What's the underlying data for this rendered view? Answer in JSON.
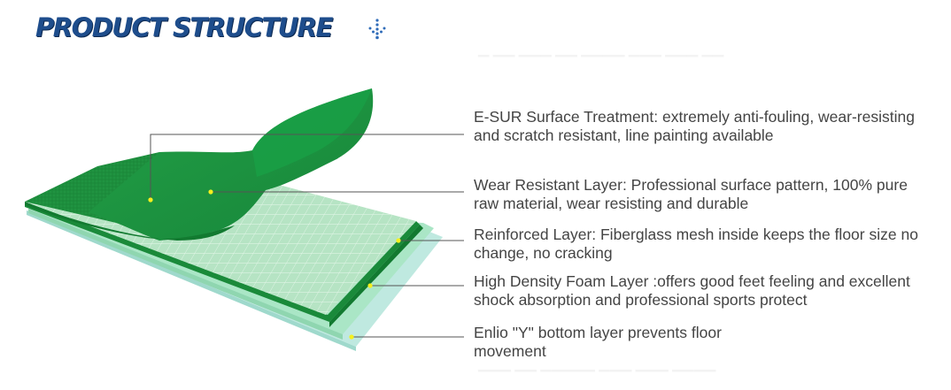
{
  "header": {
    "title": "PRODUCT STRUCTURE",
    "icon": "arrow-down-dotted-icon"
  },
  "layers": [
    {
      "label": "E-SUR Surface Treatment: extremely anti-fouling, wear-resisting and scratch resistant, line painting available"
    },
    {
      "label": "Wear Resistant Layer: Professional surface pattern, 100% pure raw material, wear resisting and durable"
    },
    {
      "label": "Reinforced Layer: Fiberglass mesh inside keeps the floor size no change, no cracking"
    },
    {
      "label": "High Density Foam Layer :offers good feet feeling and excellent shock absorption and professional sports protect"
    },
    {
      "label": "Enlio \"Y\" bottom layer prevents floor movement"
    }
  ],
  "colors": {
    "title": "#1e4d8c",
    "surface_green": "#1a8a3a",
    "mesh_green": "#9ed8b0",
    "foam_mint": "#a8e6c4",
    "leader_line": "#555555",
    "dot": "#f5f01e"
  }
}
